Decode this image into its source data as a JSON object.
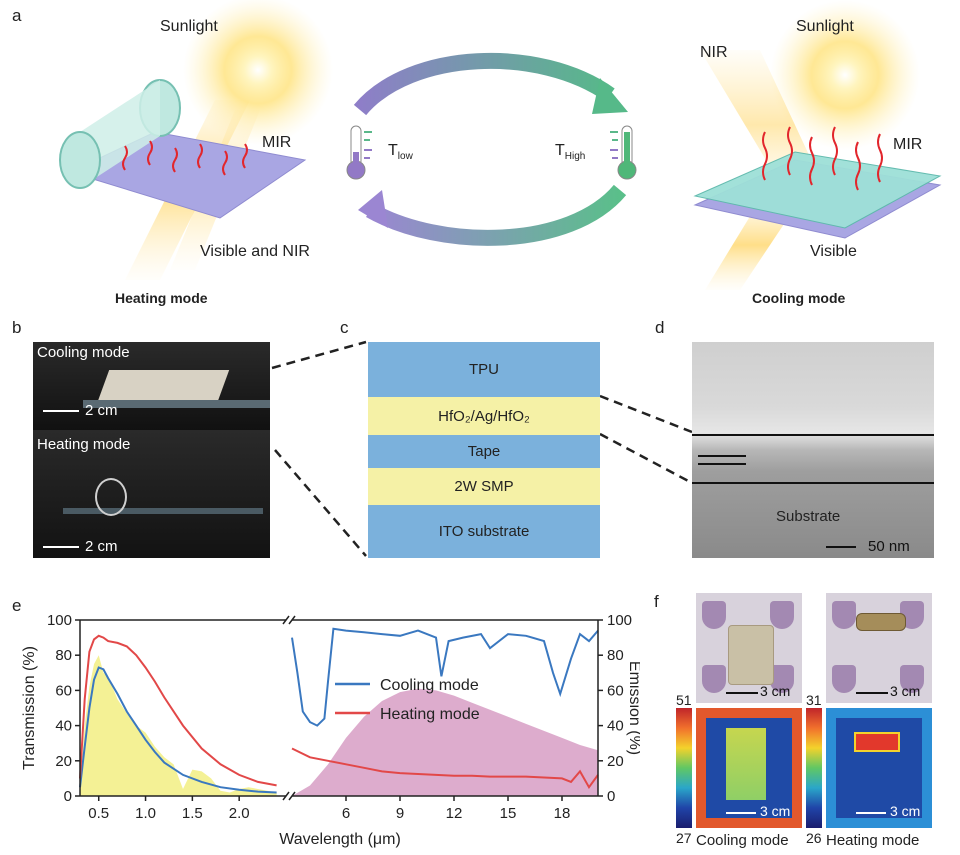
{
  "panel_a": {
    "letter": "a",
    "left_sun_label": "Sunlight",
    "left_mir_label": "MIR",
    "left_visnir_label": "Visible and NIR",
    "left_caption": "Heating mode",
    "t_low": "T",
    "t_low_sub": "low",
    "t_high": "T",
    "t_high_sub": "High",
    "right_nir_label": "NIR",
    "right_sun_label": "Sunlight",
    "right_mir_label": "MIR",
    "right_visible_label": "Visible",
    "right_caption": "Cooling mode"
  },
  "panel_b": {
    "letter": "b",
    "top_label": "Cooling mode",
    "top_scale": "2 cm",
    "bottom_label": "Heating mode",
    "bottom_scale": "2 cm"
  },
  "panel_c": {
    "letter": "c",
    "layers": [
      "TPU",
      "HfO₂/Ag/HfO₂",
      "Tape",
      "2W SMP",
      "ITO substrate"
    ],
    "colors": {
      "blue": "#7bb1dc",
      "yellow": "#f5f1a6"
    }
  },
  "panel_d": {
    "letter": "d",
    "substrate_label": "Substrate",
    "scale": "50 nm"
  },
  "panel_e": {
    "letter": "e",
    "ylabel_left": "Transmission (%)",
    "ylabel_right": "Emission (%)",
    "xlabel": "Wavelength (μm)",
    "legend_cooling": "Cooling mode",
    "legend_heating": "Heating mode"
  },
  "chart_data": {
    "type": "line",
    "xlabel": "Wavelength (μm)",
    "ylabel": "Transmission (%)",
    "ylabel_right": "Emission (%)",
    "ylim": [
      0,
      100
    ],
    "left_segment": {
      "xlim": [
        0.3,
        2.5
      ],
      "xticks": [
        "0.5",
        "1.0",
        "1.5",
        "2.0"
      ],
      "yticks": [
        "0",
        "20",
        "40",
        "60",
        "80",
        "100"
      ],
      "series": [
        {
          "name": "Cooling mode",
          "color": "#3a78c0",
          "x": [
            0.3,
            0.35,
            0.4,
            0.45,
            0.5,
            0.55,
            0.6,
            0.7,
            0.8,
            0.9,
            1.0,
            1.1,
            1.2,
            1.4,
            1.6,
            1.8,
            2.0,
            2.2,
            2.4
          ],
          "y": [
            5,
            28,
            50,
            66,
            73,
            72,
            67,
            58,
            48,
            40,
            32,
            25,
            19,
            12,
            8,
            5,
            3.5,
            2.5,
            2
          ]
        },
        {
          "name": "Heating mode",
          "color": "#e24848",
          "x": [
            0.3,
            0.35,
            0.4,
            0.45,
            0.5,
            0.55,
            0.6,
            0.7,
            0.8,
            0.9,
            1.0,
            1.1,
            1.2,
            1.4,
            1.6,
            1.8,
            2.0,
            2.2,
            2.4
          ],
          "y": [
            10,
            55,
            82,
            89,
            91,
            90,
            88,
            87,
            85,
            80,
            73,
            65,
            56,
            40,
            27,
            18,
            12,
            8,
            6
          ]
        }
      ],
      "solar_spectrum_color": "#f3f08a"
    },
    "right_segment": {
      "xlim": [
        3,
        20
      ],
      "xticks": [
        "6",
        "9",
        "12",
        "15",
        "18"
      ],
      "yticks_right": [
        "0",
        "20",
        "40",
        "60",
        "80",
        "100"
      ],
      "series": [
        {
          "name": "Cooling mode",
          "color": "#3a78c0",
          "x": [
            3.0,
            3.3,
            3.6,
            4.0,
            4.4,
            4.8,
            5.0,
            5.3,
            6,
            7,
            8,
            9,
            10,
            11,
            11.3,
            11.7,
            12.5,
            13.5,
            14,
            15,
            16,
            17,
            17.5,
            17.9,
            18.5,
            19,
            19.5,
            20
          ],
          "y": [
            90,
            70,
            48,
            42,
            40,
            44,
            65,
            95,
            94,
            93,
            92,
            91,
            94,
            90,
            68,
            88,
            90,
            92,
            84,
            92,
            91,
            88,
            70,
            58,
            78,
            92,
            88,
            94
          ]
        },
        {
          "name": "Heating mode",
          "color": "#e24848",
          "x": [
            3.0,
            4,
            5,
            6,
            7,
            8,
            9,
            10,
            11,
            12,
            13,
            14,
            15,
            16,
            17,
            18,
            18.5,
            19,
            19.5,
            20
          ],
          "y": [
            27,
            22,
            20,
            18,
            16,
            14,
            13,
            12.5,
            12,
            11.5,
            11.5,
            11,
            11,
            11,
            10.5,
            10,
            8,
            14,
            5,
            12
          ]
        }
      ],
      "blackbody_color": "#d9a3c8"
    }
  },
  "panel_f": {
    "letter": "f",
    "top_left_scale": "3 cm",
    "top_right_scale": "3 cm",
    "bottom_left_scale": "3 cm",
    "bottom_right_scale": "3 cm",
    "left_colorbar_max": "51",
    "left_colorbar_min": "27",
    "right_colorbar_max": "31",
    "right_colorbar_min": "26",
    "left_caption": "Cooling mode",
    "right_caption": "Heating mode"
  }
}
